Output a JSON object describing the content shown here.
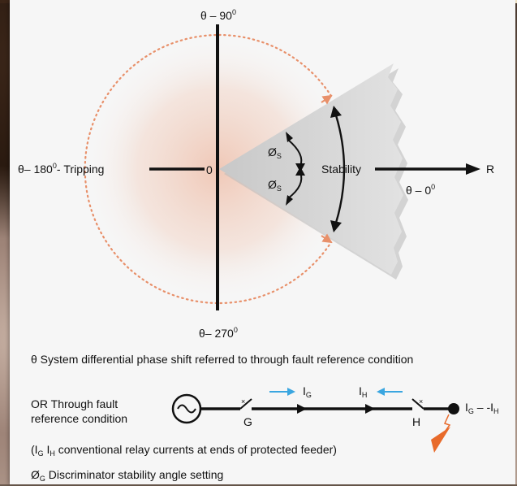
{
  "labels": {
    "theta_90": "θ – 90",
    "theta_90_sup": "0",
    "theta_180": "θ– 180",
    "theta_180_sup": "0",
    "theta_180_suffix": "- Tripping",
    "theta_270": "θ– 270",
    "theta_270_sup": "0",
    "theta_0": "θ – 0",
    "theta_0_sup": "0",
    "origin": "0",
    "stability": "Stability",
    "r": "R",
    "phi_s_upper": "Ø",
    "phi_s_upper_sub": "S",
    "phi_s_lower": "Ø",
    "phi_s_lower_sub": "S"
  },
  "legend": {
    "theta_line": "θ  System differential phase shift referred to through fault reference condition",
    "or_line_1": "OR Through fault",
    "or_line_2": "reference condition",
    "currents_line": "(I",
    "currents_sub_g": "G",
    "currents_mid": " I",
    "currents_sub_h": "H",
    "currents_rest": " conventional relay currents at ends of protected feeder)",
    "phi_line": "Ø",
    "phi_sub": "G",
    "phi_rest": " Discriminator stability angle setting"
  },
  "circuit": {
    "ig_label": "I",
    "ig_sub": "G",
    "ih_label": "I",
    "ih_sub": "H",
    "g_label": "G",
    "h_label": "H",
    "result_label": "I",
    "result_sub_g": "G",
    "result_mid": " – -I",
    "result_sub_h": "H"
  },
  "colors": {
    "axis": "#111111",
    "dotted_circle": "#e8906a",
    "wedge_fill": "#d9d9d9",
    "current_arrow": "#3aa6e0",
    "fault_arrow": "#e86a2a"
  }
}
